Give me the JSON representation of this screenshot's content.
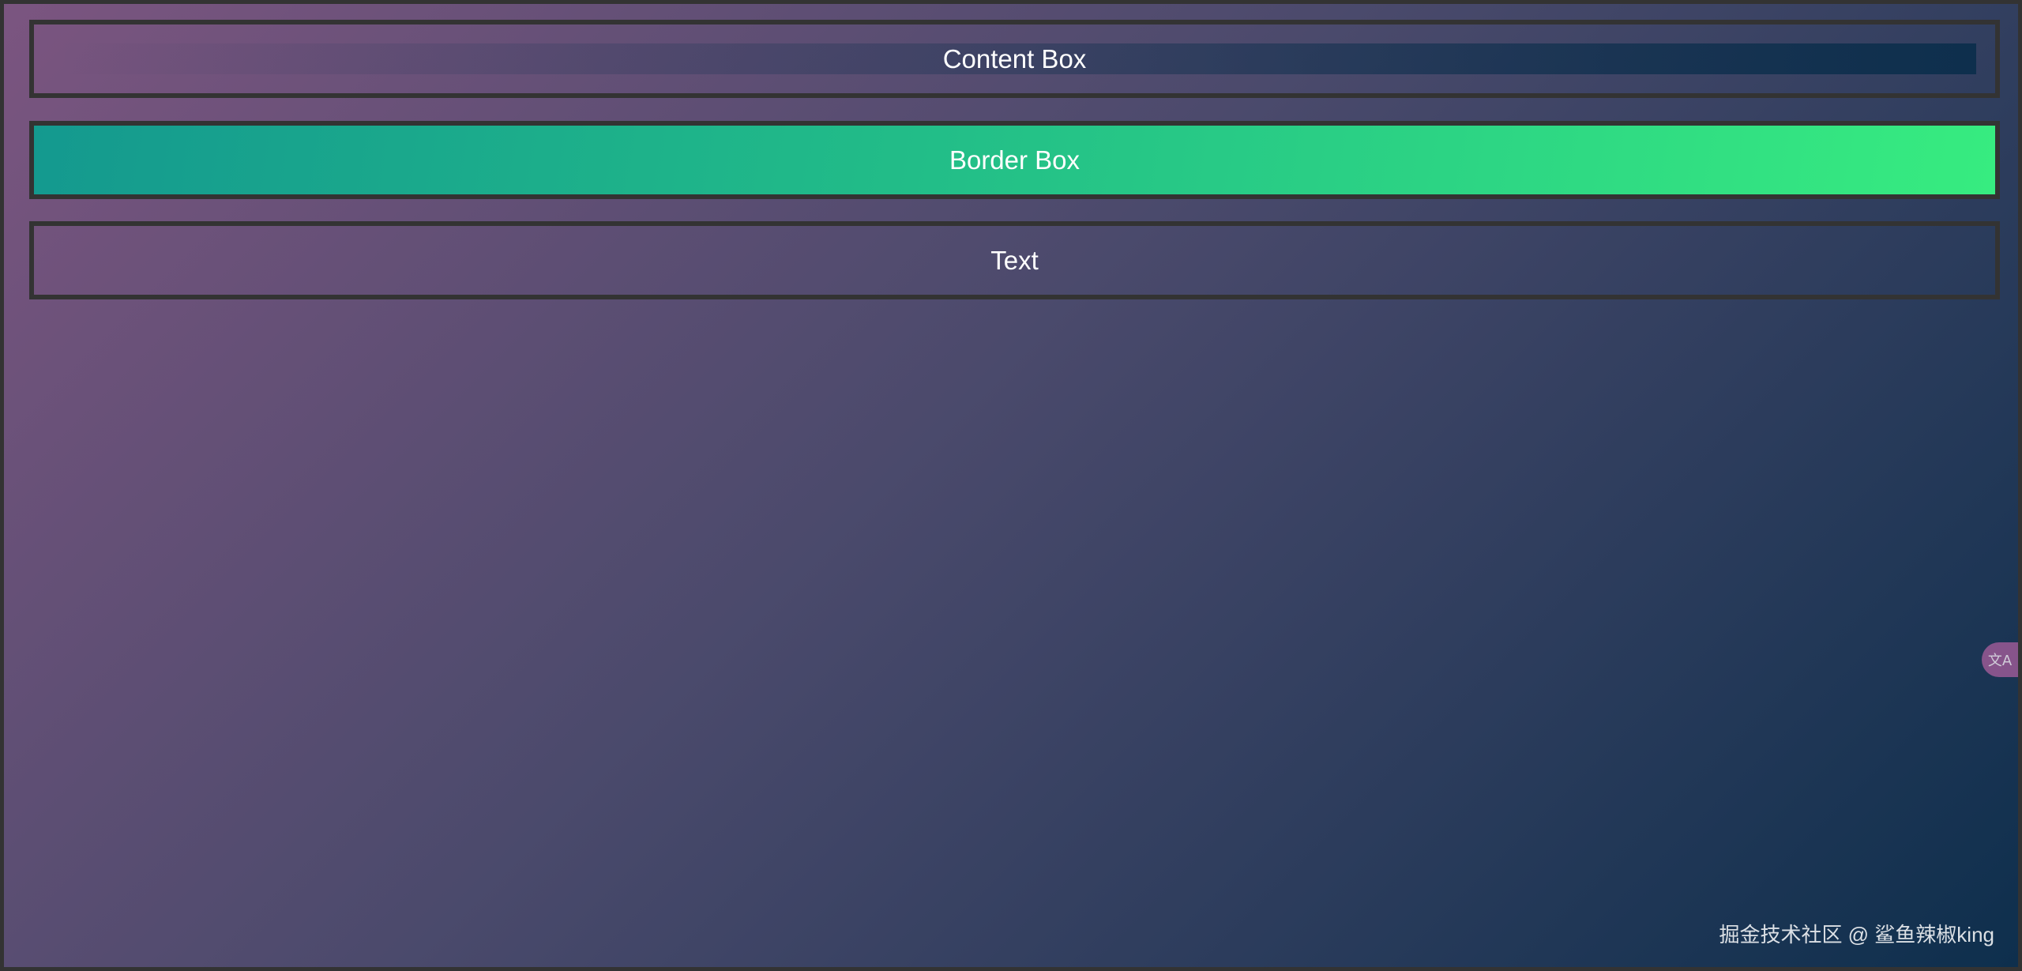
{
  "boxes": [
    {
      "label": "Content Box"
    },
    {
      "label": "Border Box"
    },
    {
      "label": "Text"
    }
  ],
  "translate_badge": {
    "icon": "translate-icon",
    "glyph": "文A"
  },
  "watermark": {
    "text": "掘金技术社区 @ 鲨鱼辣椒king"
  },
  "colors": {
    "background_start": "#7b5580",
    "background_end": "#0e2f4d",
    "border": "#333333",
    "border_box_start": "#14998f",
    "border_box_end": "#37ec80"
  }
}
